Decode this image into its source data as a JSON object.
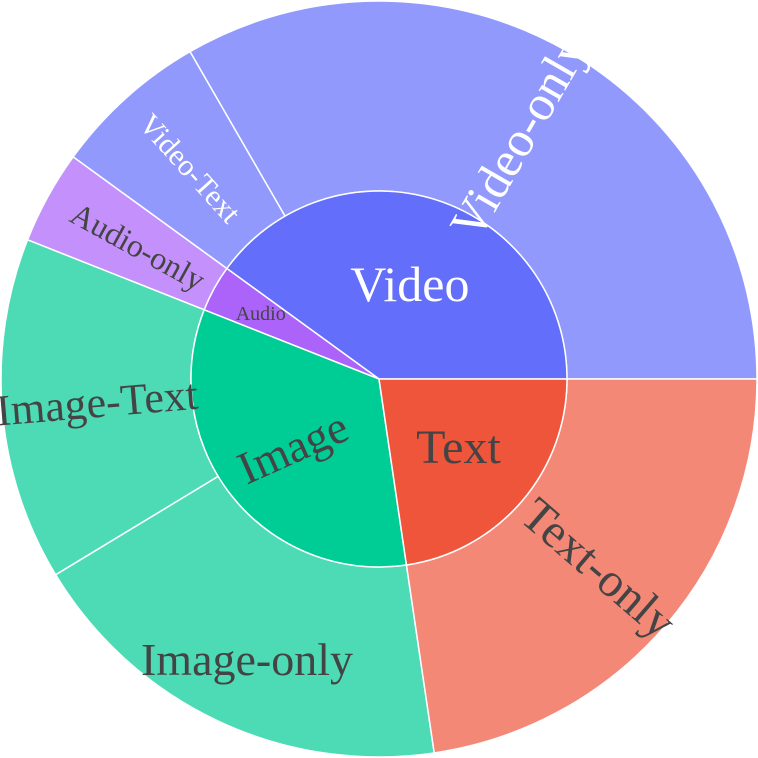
{
  "chart_data": {
    "type": "sunburst",
    "inner_ring": [
      {
        "label": "Video",
        "value": 30,
        "color": "#636efa",
        "text_color": "#ffffff"
      },
      {
        "label": "Audio",
        "value": 3,
        "color": "#ab63fa",
        "text_color": "#444444"
      },
      {
        "label": "Image",
        "value": 25,
        "color": "#00cc96",
        "text_color": "#444444"
      },
      {
        "label": "Text",
        "value": 17,
        "color": "#ef553b",
        "text_color": "#444444"
      }
    ],
    "outer_ring": [
      {
        "label": "Video-only",
        "parent": "Video",
        "value": 25,
        "color": "#919afc",
        "text_color": "#ffffff"
      },
      {
        "label": "Audio-only",
        "parent": "Audio",
        "value": 3,
        "color": "#c491fc",
        "text_color": "#444444"
      },
      {
        "label": "Image-Text",
        "parent": "Image",
        "value": 11,
        "color": "#4ddbb6",
        "text_color": "#444444"
      },
      {
        "label": "Image-only",
        "parent": "Image",
        "value": 14,
        "color": "#4ddbb6",
        "text_color": "#444444"
      },
      {
        "label": "Text-only",
        "parent": "Text",
        "value": 17,
        "color": "#f48877",
        "text_color": "#444444"
      },
      {
        "label": "Video-Text",
        "parent": "Video",
        "value": 5,
        "color": "#919afc",
        "text_color": "#ffffff"
      }
    ]
  }
}
